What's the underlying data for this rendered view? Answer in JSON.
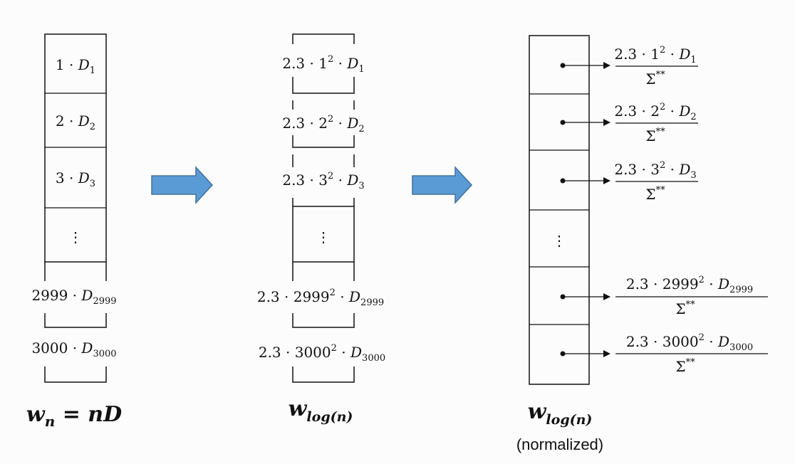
{
  "columns": [
    {
      "id": "linear",
      "cells": [
        {
          "coef": "1",
          "D": "D",
          "sub": "1"
        },
        {
          "coef": "2",
          "D": "D",
          "sub": "2"
        },
        {
          "coef": "3",
          "D": "D",
          "sub": "3"
        },
        {
          "ellipsis": "⋮"
        },
        {
          "coef": "2999",
          "D": "D",
          "sub": "2999"
        },
        {
          "coef": "3000",
          "D": "D",
          "sub": "3000"
        }
      ],
      "label_main": "w",
      "label_sub": "n",
      "label_rest": " = nD"
    },
    {
      "id": "log",
      "cells": [
        {
          "factor": "2.3",
          "n": "1",
          "exp": "2",
          "D": "D",
          "sub": "1"
        },
        {
          "factor": "2.3",
          "n": "2",
          "exp": "2",
          "D": "D",
          "sub": "2"
        },
        {
          "factor": "2.3",
          "n": "3",
          "exp": "2",
          "D": "D",
          "sub": "3"
        },
        {
          "ellipsis": "⋮"
        },
        {
          "factor": "2.3",
          "n": "2999",
          "exp": "2",
          "D": "D",
          "sub": "2999"
        },
        {
          "factor": "2.3",
          "n": "3000",
          "exp": "2",
          "D": "D",
          "sub": "3000"
        }
      ],
      "label_main": "w",
      "label_sub": "log(n)"
    },
    {
      "id": "normalized",
      "cells": [
        {
          "factor": "2.3",
          "n": "1",
          "exp": "2",
          "D": "D",
          "sub": "1",
          "den": "Σ",
          "den_sup": "**"
        },
        {
          "factor": "2.3",
          "n": "2",
          "exp": "2",
          "D": "D",
          "sub": "2",
          "den": "Σ",
          "den_sup": "**"
        },
        {
          "factor": "2.3",
          "n": "3",
          "exp": "2",
          "D": "D",
          "sub": "3",
          "den": "Σ",
          "den_sup": "**"
        },
        {
          "ellipsis": "⋮"
        },
        {
          "factor": "2.3",
          "n": "2999",
          "exp": "2",
          "D": "D",
          "sub": "2999",
          "den": "Σ",
          "den_sup": "**"
        },
        {
          "factor": "2.3",
          "n": "3000",
          "exp": "2",
          "D": "D",
          "sub": "3000",
          "den": "Σ",
          "den_sup": "**"
        }
      ],
      "label_main": "w",
      "label_sub": "log(n)",
      "label_note": "(normalized)"
    }
  ],
  "dot": "·",
  "arrow_color": "#5b9bd5",
  "arrow_stroke": "#41719c"
}
